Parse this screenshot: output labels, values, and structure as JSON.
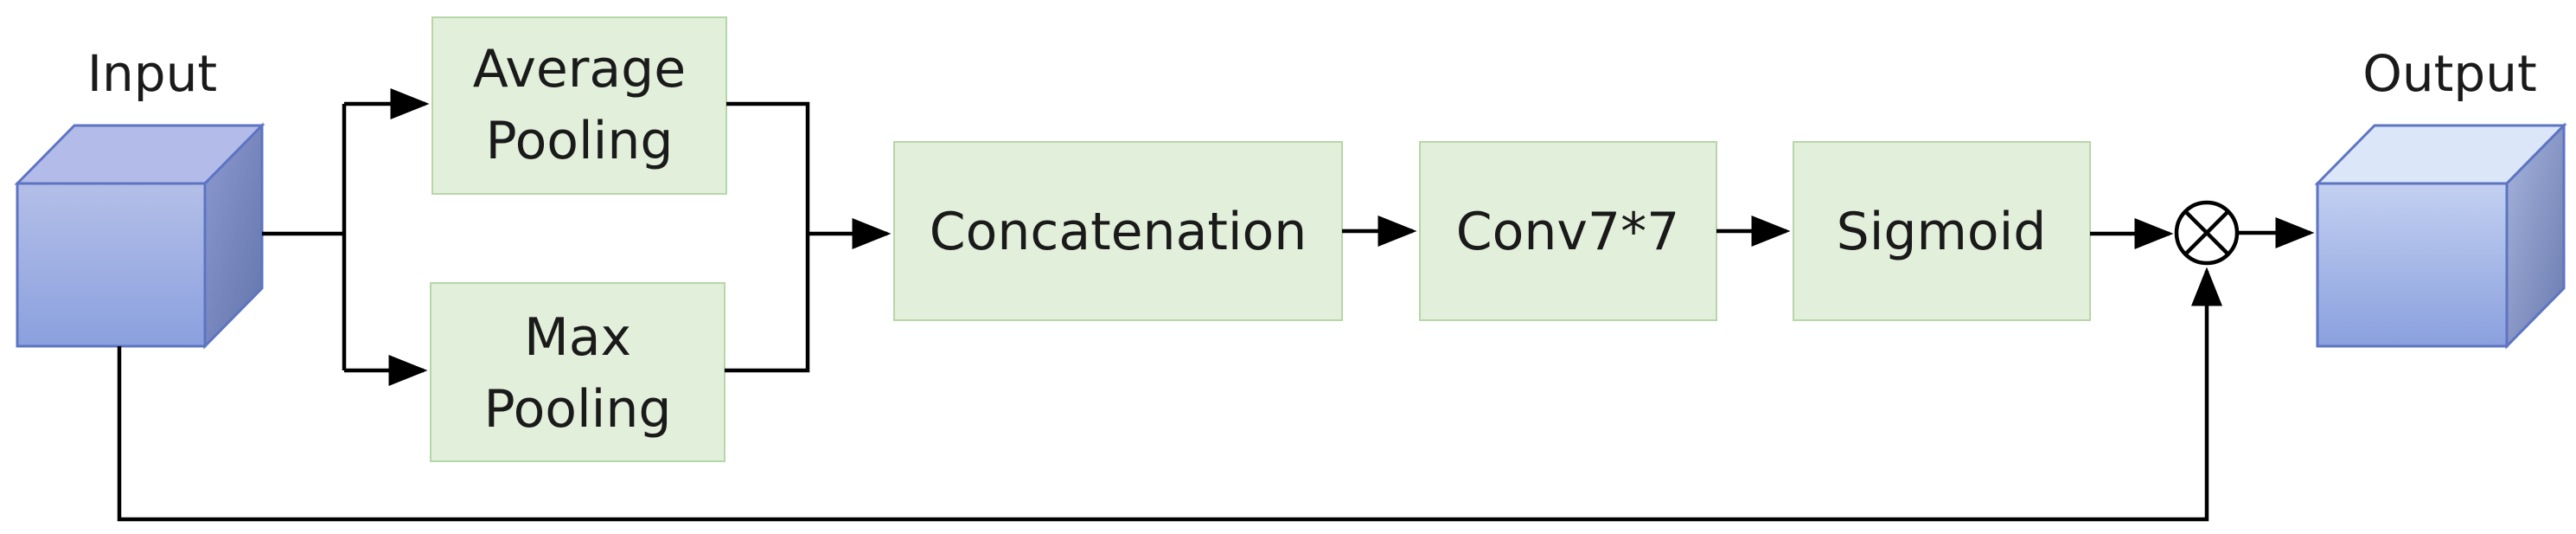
{
  "labels": {
    "input": "Input",
    "output": "Output"
  },
  "nodes": {
    "avg_pool": [
      "Average",
      "Pooling"
    ],
    "max_pool": [
      "Max",
      "Pooling"
    ],
    "concat": "Concatenation",
    "conv": "Conv7*7",
    "sigmoid": "Sigmoid"
  },
  "operators": {
    "multiply": "⊗"
  },
  "colors": {
    "box_fill": "#e2efda",
    "box_border": "#b6d7a8",
    "cube_front_top": "#b4bfe8",
    "cube_front_bottom": "#8aa0de",
    "cube_top": "#b3bce9",
    "cube_side": "#7282b8",
    "output_top_face": "#dbe6f8",
    "line": "#000000"
  }
}
